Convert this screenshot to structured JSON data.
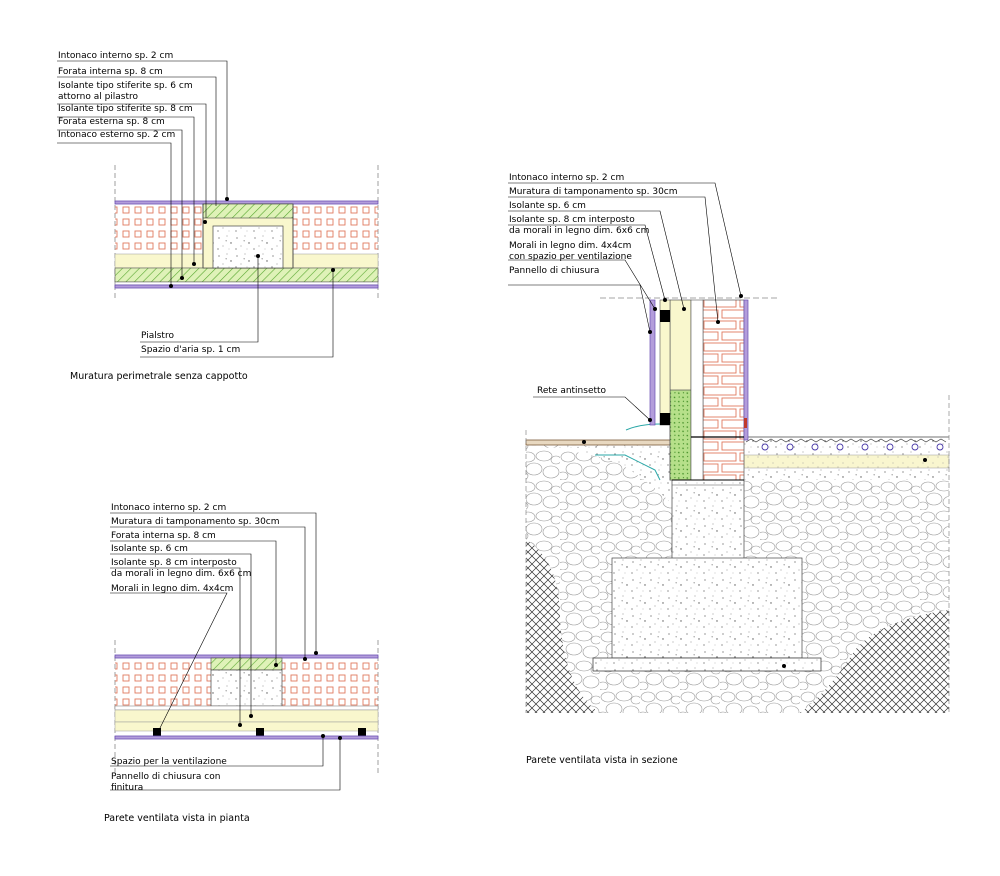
{
  "detail_1": {
    "labels": [
      "Intonaco interno sp. 2 cm",
      "Forata interna sp. 8 cm",
      "Isolante tipo stiferite sp. 6 cm\nattorno al pilastro",
      "Isolante tipo stiferite sp. 8 cm",
      "Forata esterna sp. 8 cm",
      "Intonaco esterno sp. 2 cm"
    ],
    "bottom_labels": [
      "Pialstro",
      "Spazio d'aria sp. 1 cm"
    ],
    "caption": "Muratura perimetrale senza cappotto"
  },
  "detail_2": {
    "labels": [
      "Intonaco interno sp. 2 cm",
      "Muratura di tamponamento sp. 30cm",
      "Forata interna sp. 8 cm",
      "Isolante sp. 6 cm",
      "Isolante sp. 8 cm interposto\nda morali in legno dim. 6x6 cm",
      "Morali in legno dim. 4x4cm"
    ],
    "bottom_labels": [
      "Spazio per la ventilazione",
      "Pannello di chiusura con\nfinitura"
    ],
    "caption": "Parete ventilata vista in pianta"
  },
  "detail_3": {
    "labels": [
      "Intonaco interno sp. 2 cm",
      "Muratura di tamponamento sp. 30cm",
      "Isolante sp. 6 cm",
      "Isolante sp. 8 cm interposto\nda morali in legno dim. 6x6 cm",
      "Morali in legno dim. 4x4cm\ncon spazio per ventilazione",
      "Pannello di chiusura"
    ],
    "mesh_label": "Rete antinsetto",
    "caption": "Parete ventilata vista in sezione"
  },
  "colors": {
    "brick": "#e07a5f",
    "insulation": "#f7f5c6",
    "hatch_green": "#7ac943",
    "plaster": "#8a5cc7",
    "leader": "#000000"
  }
}
